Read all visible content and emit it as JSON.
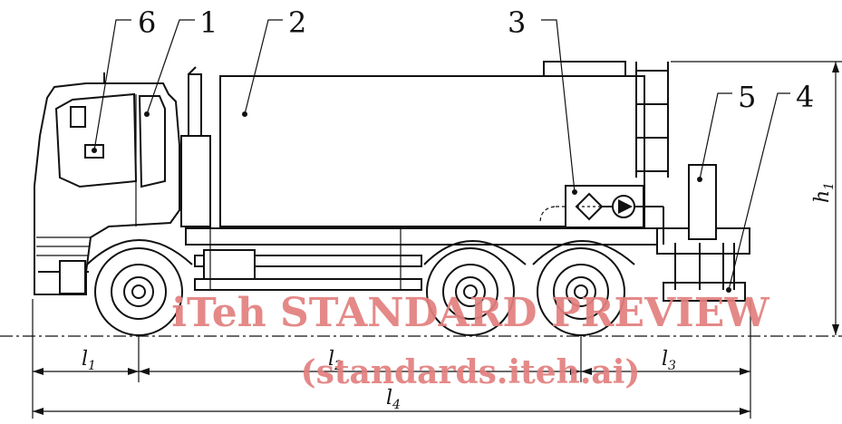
{
  "callouts": [
    "6",
    "1",
    "2",
    "3",
    "5",
    "4"
  ],
  "dimensions": {
    "l1": {
      "base": "l",
      "sub": "1"
    },
    "l2": {
      "base": "l",
      "sub": "2"
    },
    "l3": {
      "base": "l",
      "sub": "3"
    },
    "l4": {
      "base": "l",
      "sub": "4"
    },
    "h1": {
      "base": "h",
      "sub": "1"
    }
  },
  "watermark": {
    "line1": "iTeh STANDARD PREVIEW",
    "line2": "(standards.iteh.ai)"
  }
}
